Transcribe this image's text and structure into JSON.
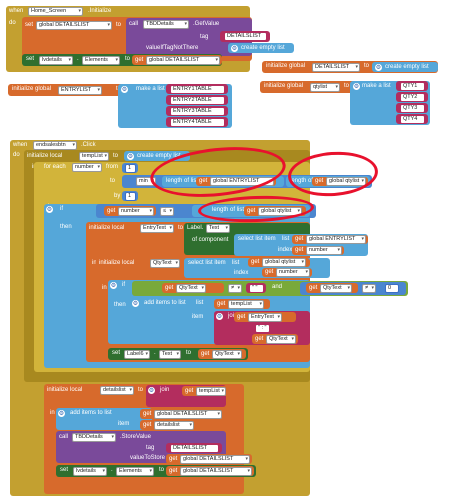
{
  "when": "when",
  "do": "do",
  "in": "in",
  "then": "then",
  "call": "call",
  "set": "set",
  "get": "get",
  "to": "to",
  "item": "item",
  "dot": ".",
  "top_event": {
    "component": "Home_Screen",
    "event": ".Initialize",
    "global_var": "global DETAILSLIST",
    "call_component": "TBDDetails",
    "call_method": ".GetValue",
    "tag_label": "tag",
    "tag_value": "DETAILSLIST",
    "value_if_label": "valueIfTagNotThere",
    "create_empty_list": "create empty list",
    "set_component": "lvdetails",
    "set_property": "Elements",
    "get_var": "global DETAILSLIST"
  },
  "init_detailslist": {
    "label": "initialize global",
    "name": "DETAILSLIST",
    "to": "to",
    "value": "create empty list"
  },
  "init_entrylist": {
    "label": "initialize global",
    "name": "ENTRYLIST",
    "to": "to",
    "make_a_list": "make a list",
    "items": [
      "ENTRY1TABLE",
      "ENTRY2TABLE",
      "ENTRY3TABLE",
      "ENTRY4TABLE"
    ]
  },
  "init_qtylist": {
    "label": "initialize global",
    "name": "qtylist",
    "to": "to",
    "make_a_list": "make a list",
    "items": [
      "QTY1",
      "QTY2",
      "QTY3",
      "QTY4"
    ]
  },
  "click_event": {
    "component": "endsalesbtn",
    "event": ".Click",
    "init_local": "initialize local",
    "temp_list": "tempList",
    "create_empty": "create empty list",
    "for_each": "for each",
    "number_var": "number",
    "from": "from",
    "from_value": "1",
    "to_label": "to",
    "min": "min",
    "length_of_list": "length of list",
    "list_label": "list",
    "get_entrylist": "global ENTRYLIST",
    "get_qtylist": "global qtylist",
    "by": "by",
    "by_value": "1",
    "if": "if",
    "get_number": "number",
    "le_op": "≤",
    "entry_text": "EntryText",
    "label_text_component": "Label.",
    "label_text_property": "Text",
    "of_component": "of component",
    "select_list_item": "select list item",
    "index_label": "index",
    "qty_text": "QtyText",
    "text_prop": "Text",
    "neq_op": "≠",
    "empty_str": "\" \"",
    "and": "and",
    "zero": "0",
    "add_items": "add items to list",
    "join": "join",
    "colon": "\" : \"",
    "set_label6": "Label6",
    "detailslist_local": "detailslist",
    "get_templist": "tempList",
    "store_component": "TBDDetails",
    "store_method": ".StoreValue",
    "tag_label": "tag",
    "tag_value": "DETAILSLIST",
    "value_to_store": "valueToStore",
    "lvdetails": "lvdetails",
    "elements": "Elements"
  }
}
